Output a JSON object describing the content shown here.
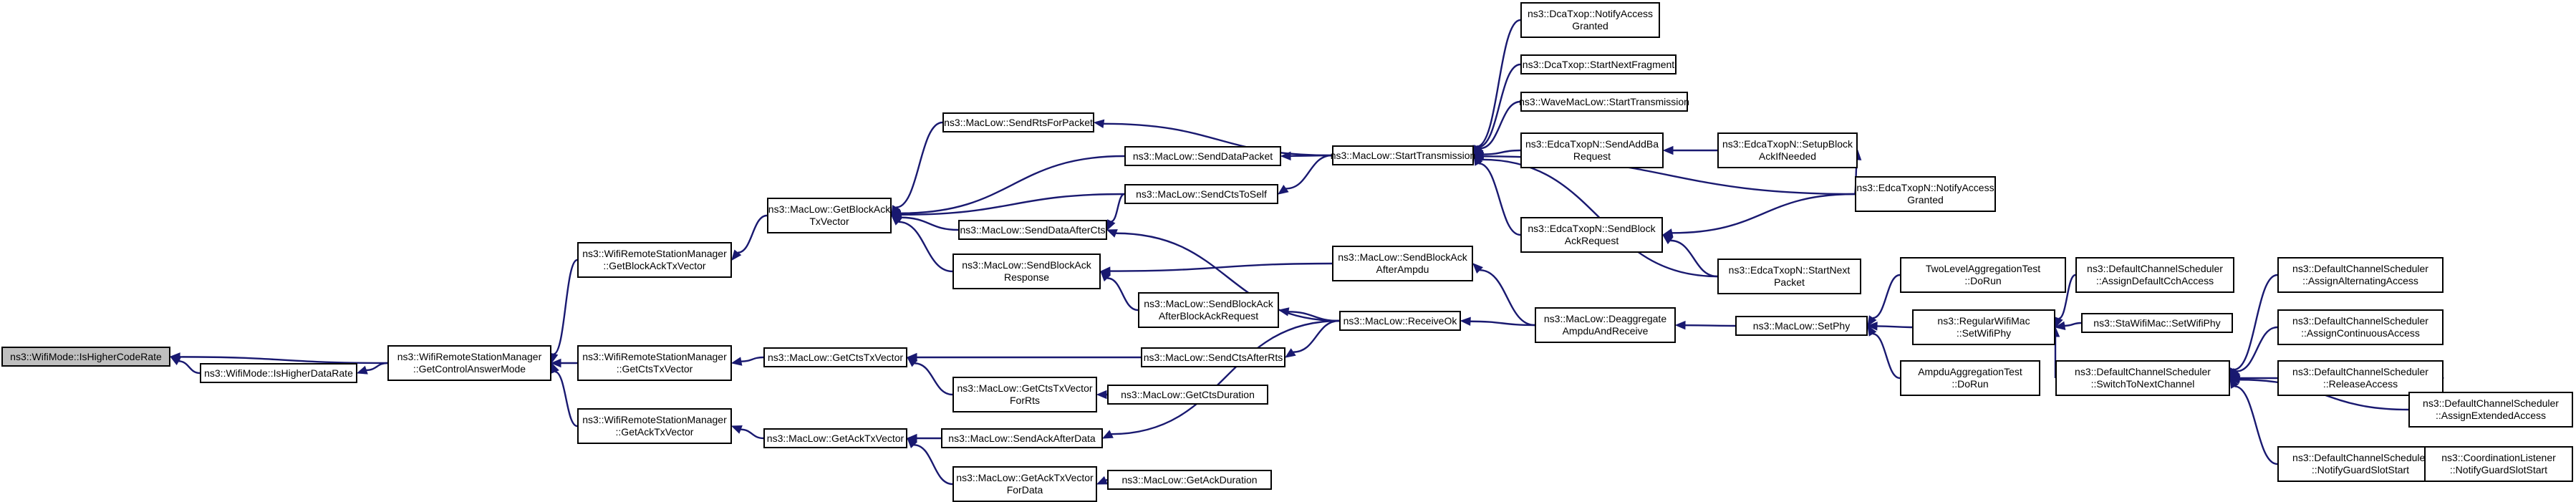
{
  "graph": {
    "root_fill": "#bfbfbf",
    "edge_color": "#191970",
    "nodes": {
      "n_ishighercoderate": [
        "ns3::WifiMode::IsHigherCodeRate"
      ],
      "n_ishigherdatarate": [
        "ns3::WifiMode::IsHigherDataRate"
      ],
      "n_getcontrolanswermode": [
        "ns3::WifiRemoteStationManager",
        "::GetControlAnswerMode"
      ],
      "n_wrsm_getblockacktxvector": [
        "ns3::WifiRemoteStationManager",
        "::GetBlockAckTxVector"
      ],
      "n_wrsm_getctstxvector": [
        "ns3::WifiRemoteStationManager",
        "::GetCtsTxVector"
      ],
      "n_wrsm_getacktxvector": [
        "ns3::WifiRemoteStationManager",
        "::GetAckTxVector"
      ],
      "n_getblockacktxvector": [
        "ns3::MacLow::GetBlockAck",
        "TxVector"
      ],
      "n_getctstxvector": [
        "ns3::MacLow::GetCtsTxVector"
      ],
      "n_getacktxvector": [
        "ns3::MacLow::GetAckTxVector"
      ],
      "n_sendrtsforpacket": [
        "ns3::MacLow::SendRtsForPacket"
      ],
      "n_senddatapacket": [
        "ns3::MacLow::SendDataPacket"
      ],
      "n_sendctstoself": [
        "ns3::MacLow::SendCtsToSelf"
      ],
      "n_senddataafterCts": [
        "ns3::MacLow::SendDataAfterCts"
      ],
      "n_sendblockackresponse": [
        "ns3::MacLow::SendBlockAck",
        "Response"
      ],
      "n_sendblockackafterblockackrequest": [
        "ns3::MacLow::SendBlockAck",
        "AfterBlockAckRequest"
      ],
      "n_getctstxvectorforrts": [
        "ns3::MacLow::GetCtsTxVector",
        "ForRts"
      ],
      "n_getctsduration": [
        "ns3::MacLow::GetCtsDuration"
      ],
      "n_sendackafterdata": [
        "ns3::MacLow::SendAckAfterData"
      ],
      "n_getacktxvectorfordata": [
        "ns3::MacLow::GetAckTxVector",
        "ForData"
      ],
      "n_getackduration": [
        "ns3::MacLow::GetAckDuration"
      ],
      "n_sendctsafterrts": [
        "ns3::MacLow::SendCtsAfterRts"
      ],
      "n_sendblockackafterampdu": [
        "ns3::MacLow::SendBlockAck",
        "AfterAmpdu"
      ],
      "n_receiveok": [
        "ns3::MacLow::ReceiveOk"
      ],
      "n_starttransmission": [
        "ns3::MacLow::StartTransmission"
      ],
      "n_dcatxop_notifyaccessgranted": [
        "ns3::DcaTxop::NotifyAccess",
        "Granted"
      ],
      "n_dcatxop_startnextfragment": [
        "ns3::DcaTxop::StartNextFragment"
      ],
      "n_wavemaclow_starttransmission": [
        "ns3::WaveMacLow::StartTransmission"
      ],
      "n_edcatxopn_sendaddbarequest": [
        "ns3::EdcaTxopN::SendAddBa",
        "Request"
      ],
      "n_edcatxopn_sendblockackrequest": [
        "ns3::EdcaTxopN::SendBlock",
        "AckRequest"
      ],
      "n_edcatxopn_setupblockackifneeded": [
        "ns3::EdcaTxopN::SetupBlock",
        "AckIfNeeded"
      ],
      "n_edcatxopn_notifyaccessgranted": [
        "ns3::EdcaTxopN::NotifyAccess",
        "Granted"
      ],
      "n_edcatxopn_startnextpacket": [
        "ns3::EdcaTxopN::StartNext",
        "Packet"
      ],
      "n_deaggregateampduandreceive": [
        "ns3::MacLow::Deaggregate",
        "AmpduAndReceive"
      ],
      "n_maclow_setphy": [
        "ns3::MacLow::SetPhy"
      ],
      "n_twolevelaggregationtest_dorun": [
        "TwoLevelAggregationTest",
        "::DoRun"
      ],
      "n_regularwifimac_setwifiphy": [
        "ns3::RegularWifiMac",
        "::SetWifiPhy"
      ],
      "n_ampduaggregationtest_dorun": [
        "AmpduAggregationTest",
        "::DoRun"
      ],
      "n_dcs_assigndefaultcchaccess": [
        "ns3::DefaultChannelScheduler",
        "::AssignDefaultCchAccess"
      ],
      "n_stawifimac_setwifiphy": [
        "ns3::StaWifiMac::SetWifiPhy"
      ],
      "n_dcs_switchtonextchannel": [
        "ns3::DefaultChannelScheduler",
        "::SwitchToNextChannel"
      ],
      "n_dcs_assignalternatingaccess": [
        "ns3::DefaultChannelScheduler",
        "::AssignAlternatingAccess"
      ],
      "n_dcs_assigncontinuousaccess": [
        "ns3::DefaultChannelScheduler",
        "::AssignContinuousAccess"
      ],
      "n_dcs_releaseaccess": [
        "ns3::DefaultChannelScheduler",
        "::ReleaseAccess"
      ],
      "n_dcs_assignextendedaccess": [
        "ns3::DefaultChannelScheduler",
        "::AssignExtendedAccess"
      ],
      "n_dcs_notifyguardslotstart": [
        "ns3::DefaultChannelScheduler",
        "::NotifyGuardSlotStart"
      ],
      "n_coordinationlistener_notifyguardslotstart": [
        "ns3::CoordinationListener",
        "::NotifyGuardSlotStart"
      ]
    }
  }
}
